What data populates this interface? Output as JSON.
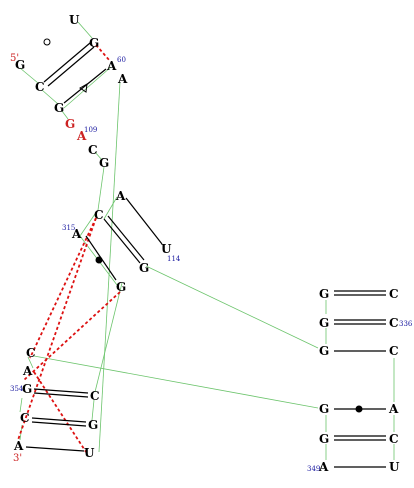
{
  "nucleotides": {
    "u_top": "U",
    "g_60": "G",
    "a_60": "A",
    "a_after60": "A",
    "g_5p": "G",
    "c_top": "C",
    "g_mid": "G",
    "g_109": "G",
    "a_109": "A",
    "c_down": "C",
    "g_down": "G",
    "a_hp": "A",
    "c_hp": "C",
    "u_114": "U",
    "g_hp_r": "G",
    "a_315": "A",
    "g_hp_b": "G",
    "c_left": "C",
    "a_left": "A",
    "g_354": "G",
    "c_354p": "C",
    "c_low": "C",
    "g_low": "G",
    "a_3p": "A",
    "u_3p": "U",
    "g_r1": "G",
    "c_r1": "C",
    "g_r2": "G",
    "c_336": "C",
    "g_r3": "G",
    "c_r3": "C",
    "g_r4": "G",
    "a_r4": "A",
    "g_r5": "G",
    "c_r5": "C",
    "a_349": "A",
    "u_349": "U"
  },
  "numbers": {
    "n60": "60",
    "n109": "109",
    "n315": "315",
    "n114": "114",
    "n336": "336",
    "n354": "354",
    "n349": "349"
  },
  "ends": {
    "five_prime": "5'",
    "three_prime": "3'"
  },
  "colors": {
    "backbone": "#6cc46c",
    "tertiary": "#dd1111",
    "red_base": "#cc2222",
    "numbering": "#1a1aa0"
  }
}
